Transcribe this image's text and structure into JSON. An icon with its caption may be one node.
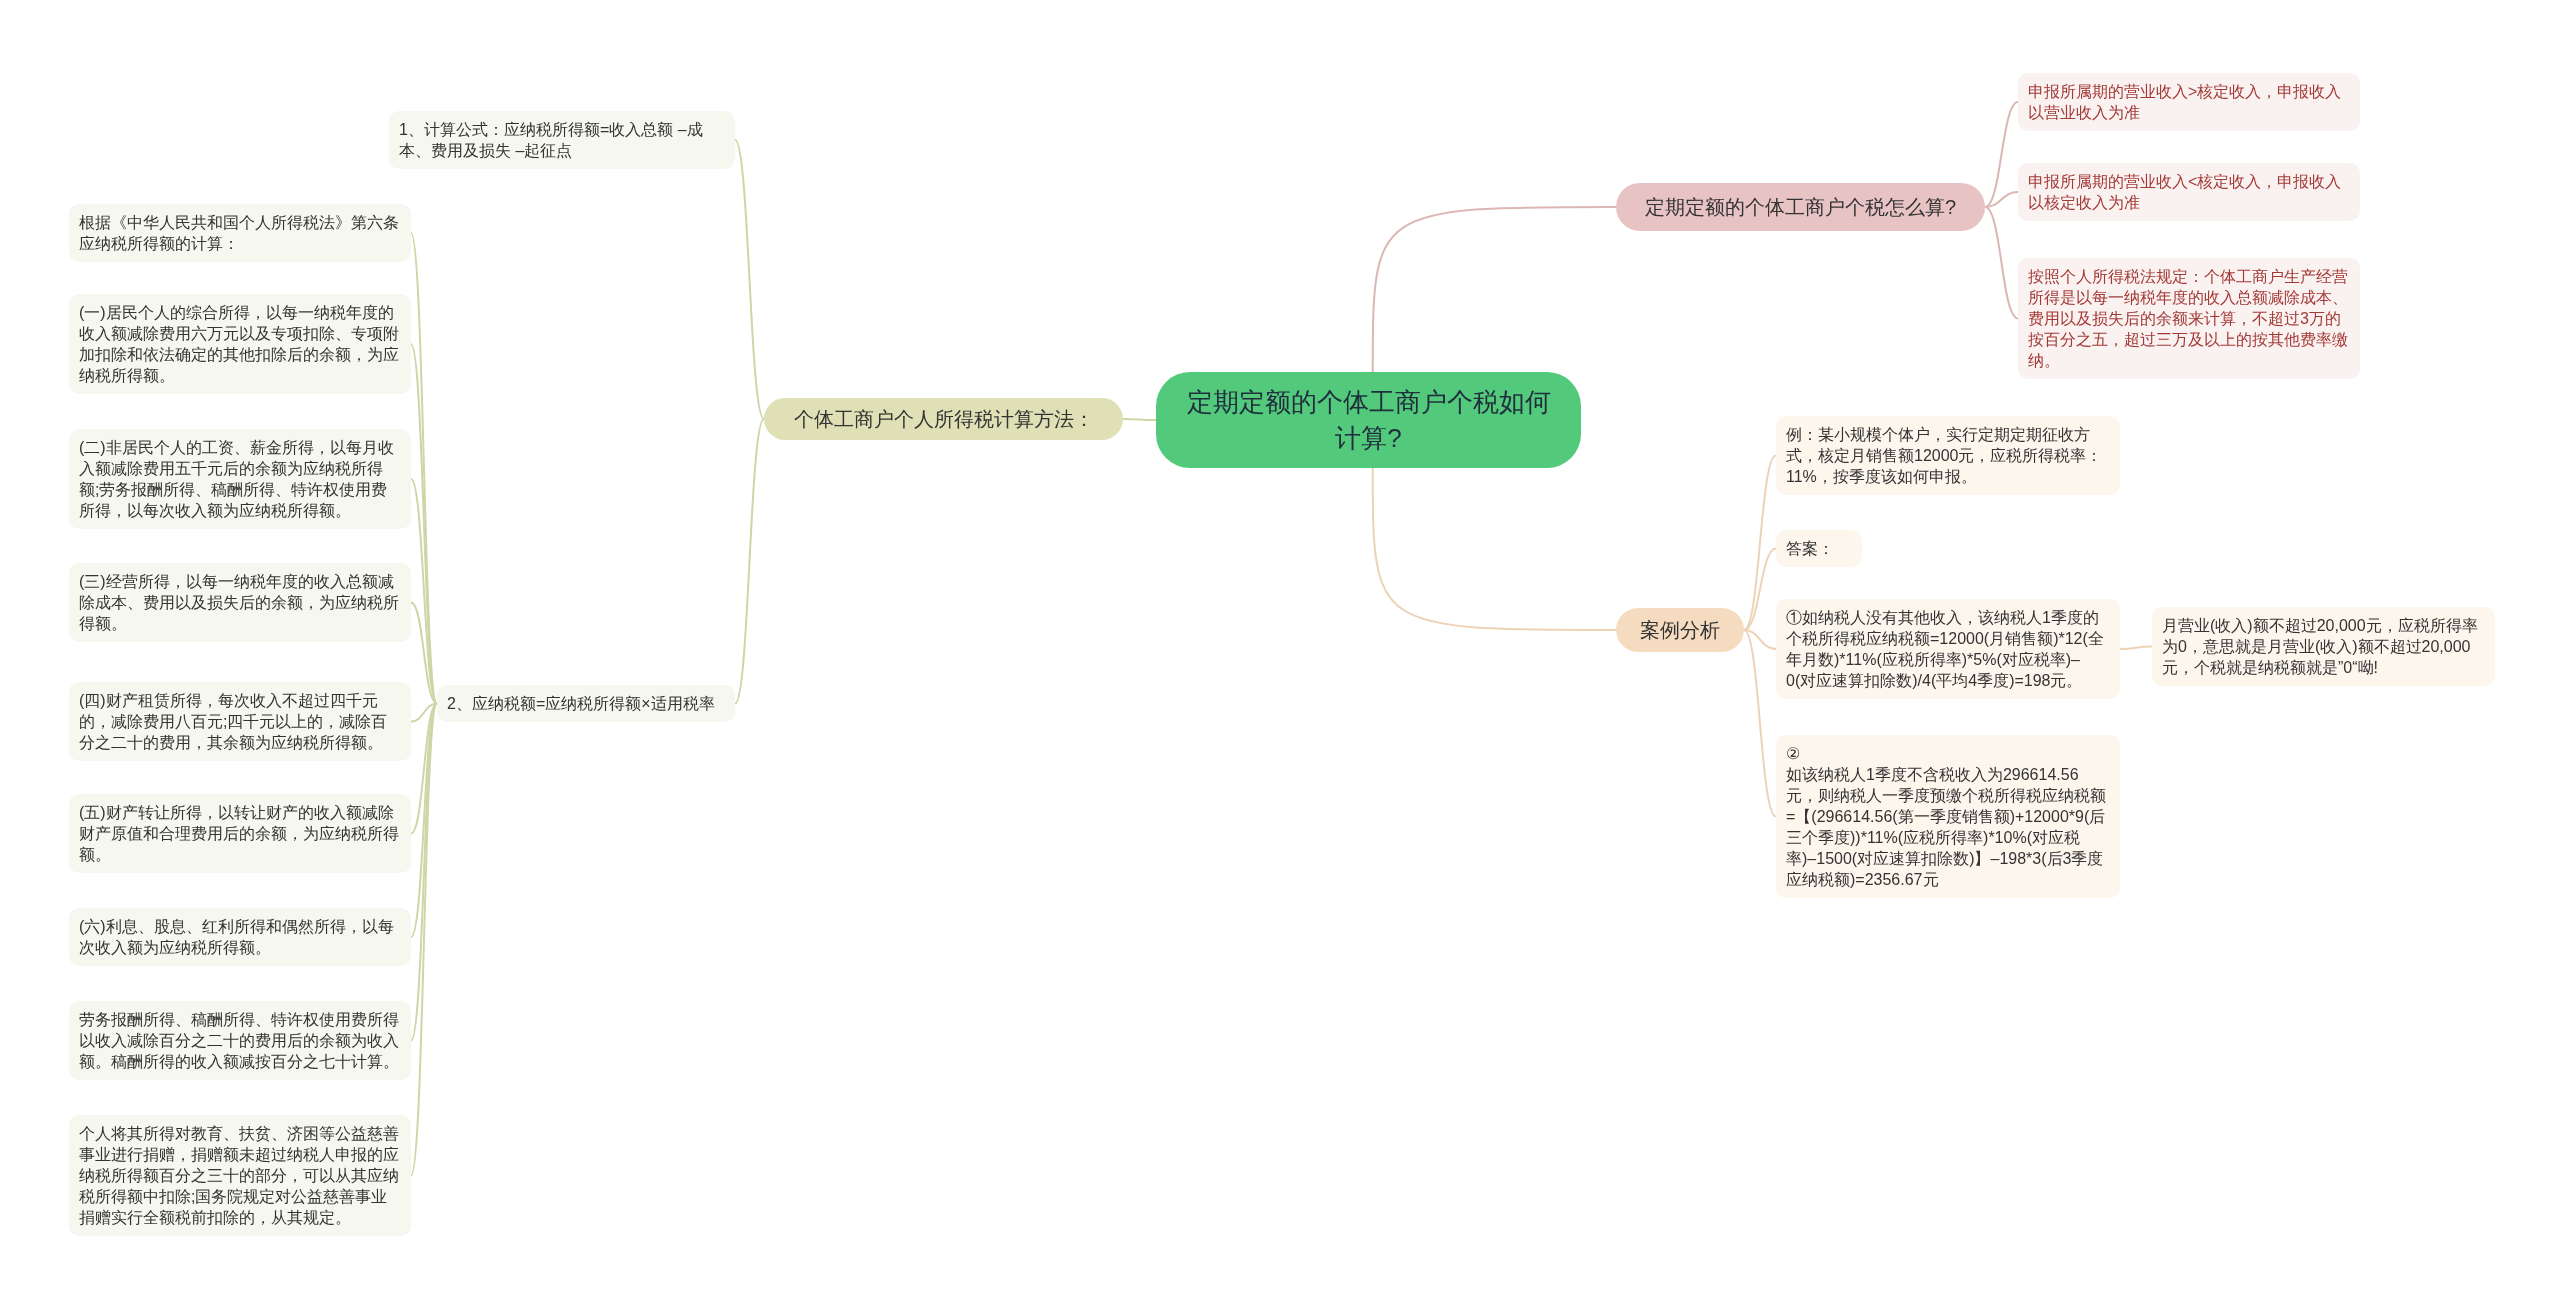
{
  "diagram": {
    "nodes": [
      {
        "text": [
          "定期定额的个体工商户个税如何计算?"
        ]
      },
      {
        "text": [
          "个体工商户个人所得税计算方法："
        ]
      },
      {
        "text": [
          "1、计算公式：应纳税所得额=收入总额 –成本、费用及损失 –起征点"
        ]
      },
      {
        "text": [
          "根据《中华人民共和国个人所得税法》第六条应纳税所得额的计算："
        ]
      },
      {
        "text": [
          "(一)居民个人的综合所得，以每一纳税年度的收入额减除费用六万元以及专项扣除、专项附加扣除和依法确定的其他扣除后的余额，为应纳税所得额。"
        ]
      },
      {
        "text": [
          "(二)非居民个人的工资、薪金所得，以每月收入额减除费用五千元后的余额为应纳税所得额;劳务报酬所得、稿酬所得、特许权使用费所得，以每次收入额为应纳税所得额。"
        ]
      },
      {
        "text": [
          "(三)经营所得，以每一纳税年度的收入总额减除成本、费用以及损失后的余额，为应纳税所得额。"
        ]
      },
      {
        "text": [
          "(四)财产租赁所得，每次收入不超过四千元的，减除费用八百元;四千元以上的，减除百分之二十的费用，其余额为应纳税所得额。"
        ]
      },
      {
        "text": [
          "(五)财产转让所得，以转让财产的收入额减除财产原值和合理费用后的余额，为应纳税所得额。"
        ]
      },
      {
        "text": [
          "(六)利息、股息、红利所得和偶然所得，以每次收入额为应纳税所得额。"
        ]
      },
      {
        "text": [
          "劳务报酬所得、稿酬所得、特许权使用费所得以收入减除百分之二十的费用后的余额为收入额。稿酬所得的收入额减按百分之七十计算。"
        ]
      },
      {
        "text": [
          "个人将其所得对教育、扶贫、济困等公益慈善事业进行捐赠，捐赠额未超过纳税人申报的应纳税所得额百分之三十的部分，可以从其应纳税所得额中扣除;国务院规定对公益慈善事业捐赠实行全额税前扣除的，从其规定。"
        ]
      },
      {
        "text": [
          "2、应纳税额=应纳税所得额×适用税率"
        ]
      },
      {
        "text": [
          "定期定额的个体工商户个税怎么算?"
        ]
      },
      {
        "text": [
          "申报所属期的营业收入>核定收入，申报收入以营业收入为准"
        ]
      },
      {
        "text": [
          "申报所属期的营业收入<核定收入，申报收入以核定收入为准"
        ]
      },
      {
        "text": [
          "按照个人所得税法规定：个体工商户生产经营所得是以每一纳税年度的收入总额减除成本、费用以及损失后的余额来计算，不超过3万的按百分之五，超过三万及以上的按其他费率缴纳。"
        ]
      },
      {
        "text": [
          "案例分析"
        ]
      },
      {
        "text": [
          "例：某小规模个体户，实行定期定期征收方式，核定月销售额12000元，应税所得税率：11%，按季度该如何申报。"
        ]
      },
      {
        "text": [
          "答案："
        ]
      },
      {
        "text": [
          "①如纳税人没有其他收入，该纳税人1季度的个税所得税应纳税额=12000(月销售额)*12(全年月数)*11%(应税所得率)*5%(对应税率)–0(对应速算扣除数)/4(平均4季度)=198元。"
        ]
      },
      {
        "text": [
          "月营业(收入)额不超过20,000元，应税所得率为0，意思就是月营业(收入)额不超过20,000元，个税就是纳税额就是”0“呦!"
        ]
      },
      {
        "text": [
          "②",
          "如该纳税人1季度不含税收入为296614.56元，则纳税人一季度预缴个税所得税应纳税额=【(296614.56(第一季度销售额)+12000*9(后三个季度))*11%(应税所得率)*10%(对应税率)–1500(对应速算扣除数)】–198*3(后3季度应纳税额)=2356.67元"
        ]
      }
    ],
    "edges": [
      {
        "from": 0,
        "to": 1,
        "arrow": "none"
      },
      {
        "from": 1,
        "to": 2,
        "arrow": "none"
      },
      {
        "from": 1,
        "to": 12,
        "arrow": "none"
      },
      {
        "from": 12,
        "to": 3,
        "arrow": "none"
      },
      {
        "from": 12,
        "to": 4,
        "arrow": "none"
      },
      {
        "from": 12,
        "to": 5,
        "arrow": "none"
      },
      {
        "from": 12,
        "to": 6,
        "arrow": "none"
      },
      {
        "from": 12,
        "to": 7,
        "arrow": "none"
      },
      {
        "from": 12,
        "to": 8,
        "arrow": "none"
      },
      {
        "from": 12,
        "to": 9,
        "arrow": "none"
      },
      {
        "from": 12,
        "to": 10,
        "arrow": "none"
      },
      {
        "from": 12,
        "to": 11,
        "arrow": "none"
      },
      {
        "from": 0,
        "to": 13,
        "arrow": "none",
        "color": "#dbb6b4"
      },
      {
        "from": 13,
        "to": 14,
        "arrow": "none",
        "color": "#dbb6b4"
      },
      {
        "from": 13,
        "to": 15,
        "arrow": "none",
        "color": "#dbb6b4"
      },
      {
        "from": 13,
        "to": 16,
        "arrow": "none",
        "color": "#dbb6b4"
      },
      {
        "from": 0,
        "to": 17,
        "arrow": "none",
        "color": "#edd3b6"
      },
      {
        "from": 17,
        "to": 18,
        "arrow": "none",
        "color": "#edd3b6"
      },
      {
        "from": 17,
        "to": 19,
        "arrow": "none",
        "color": "#edd3b6"
      },
      {
        "from": 17,
        "to": 20,
        "arrow": "none",
        "color": "#edd3b6"
      },
      {
        "from": 17,
        "to": 22,
        "arrow": "none",
        "color": "#edd3b6"
      },
      {
        "from": 20,
        "to": 21,
        "arrow": "none",
        "color": "#edd3b6"
      }
    ]
  }
}
